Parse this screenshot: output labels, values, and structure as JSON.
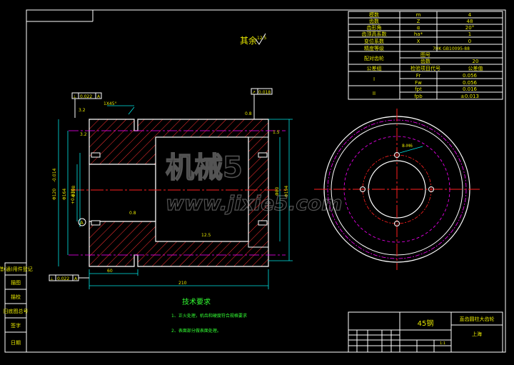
{
  "colors": {
    "background": "#000000",
    "frame": "#ffffff",
    "outline": "#ffffff",
    "hatch": "#ff3030",
    "centerline": "#ff2020",
    "pitch_circle": "#ff00ff",
    "dimension": "#00e5e5",
    "text": "#e6e600",
    "note_text": "#33ff33",
    "watermark": "#888888"
  },
  "surface_roughness_rest": {
    "label": "其余",
    "value": "12.5"
  },
  "gear_params": [
    {
      "name": "模数",
      "symbol": "m",
      "value": "4"
    },
    {
      "name": "齿数",
      "symbol": "Z",
      "value": "48"
    },
    {
      "name": "齿形角",
      "symbol": "α",
      "value": "20°"
    },
    {
      "name": "齿顶高系数",
      "symbol": "ha*",
      "value": "1"
    },
    {
      "name": "变位系数",
      "symbol": "X",
      "value": "0"
    },
    {
      "name": "精度等级",
      "symbol": "",
      "value": "7HK GB10095-88"
    }
  ],
  "gear_params_extra": {
    "row1_name": "配对齿轮",
    "row1_sub_a": "图号",
    "row1_sub_b": "齿数",
    "row1_value": "20",
    "row2_name": "公差组",
    "row2_sub": "检验项目代号",
    "row2_value": "公差值",
    "group_I": "I",
    "group_II": "II",
    "items": [
      {
        "code": "Fr",
        "value": "0.056"
      },
      {
        "code": "Fw",
        "value": "0.056"
      },
      {
        "code": "fpt",
        "value": "0.016"
      },
      {
        "code": "fpb",
        "value": "±0.013"
      }
    ]
  },
  "geometric_tolerance": {
    "top_left": {
      "symbol": "⊥",
      "value": "0.022",
      "datum": "A"
    },
    "top_right": {
      "symbol": "↗",
      "value": "0.018"
    },
    "bottom_left": {
      "symbol": "⊥",
      "value": "0.022",
      "datum": "A"
    }
  },
  "dimensions": {
    "chamfer": "1X45°",
    "rough_1": "3.2",
    "rough_2": "3.2",
    "rough_3": "0.8",
    "rough_4": "0.8",
    "rough_5": "12.5",
    "length_total": "210",
    "length_part": "60",
    "dia_left_1": "Φ120",
    "dia_left_2": "Φ164",
    "dia_left_3": "Φ108",
    "dia_right_1": "Φ80",
    "dia_right_2": "Φ194",
    "tol_1": "-0.014",
    "tol_2": "+0.030",
    "right_edge": "1.5",
    "hole_note": "8-M6",
    "datum": "A"
  },
  "tech_requirements": {
    "title": "技术要求",
    "items": [
      "1、正火处理，机齿和硬度符合规格要求",
      "2、表面部分做表面处理。"
    ]
  },
  "title_block": {
    "material": "45钢",
    "part_name": "直齿圆柱大齿轮",
    "company": "上海",
    "scale": "1:1"
  },
  "side_block": [
    "借(通)用件登记",
    "描图",
    "描校",
    "旧底图总号",
    "签字",
    "日期"
  ],
  "watermark": {
    "cn": "机械5",
    "url": "www.jixie5.com"
  }
}
